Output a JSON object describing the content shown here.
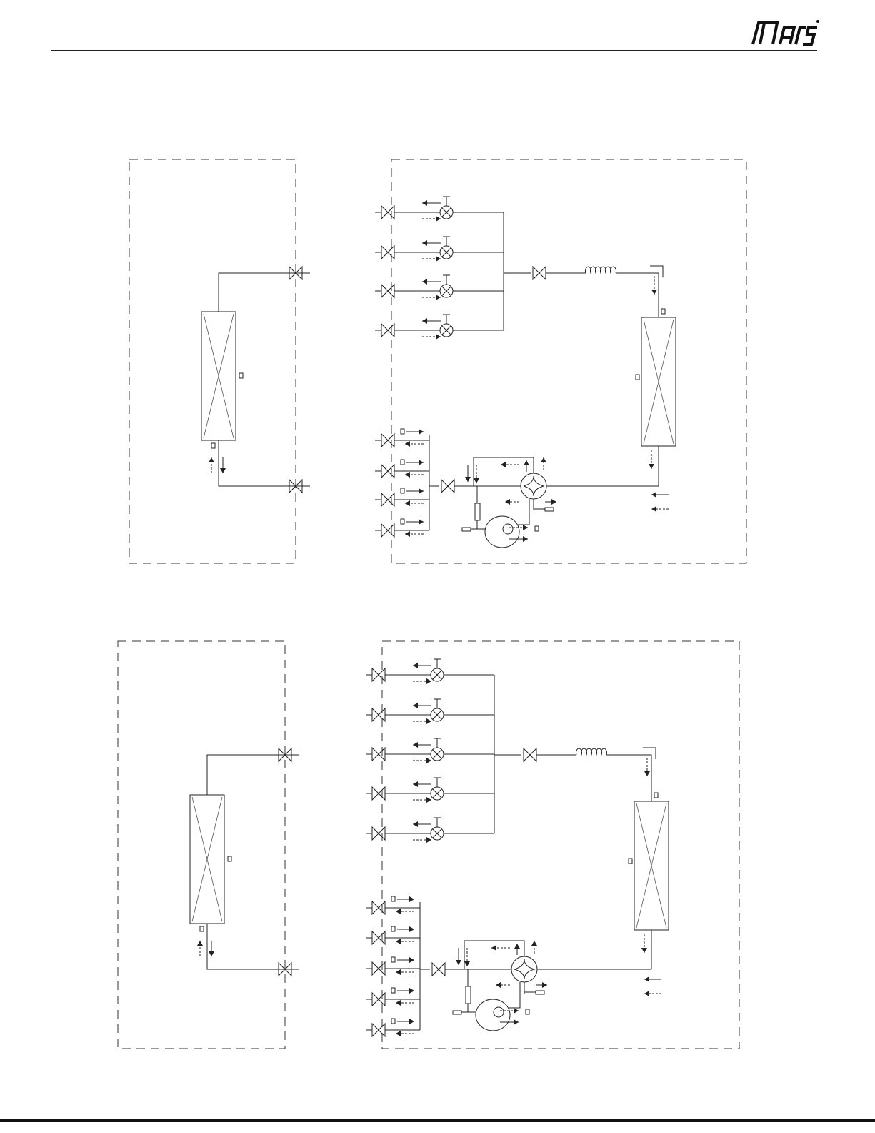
{
  "brand": {
    "logo_text": "mars",
    "logo_icon": "mars-logo-icon"
  },
  "diagrams": [
    {
      "name": "refrigerant-diagram-4-zone",
      "zones": 4
    },
    {
      "name": "refrigerant-diagram-5-zone",
      "zones": 5
    }
  ],
  "colors": {
    "line": "#222222",
    "background": "#ffffff"
  }
}
